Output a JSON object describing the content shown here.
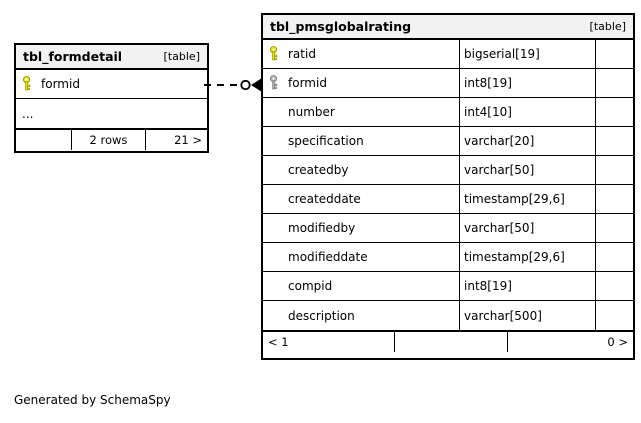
{
  "diagram": {
    "caption": "Generated by SchemaSpy",
    "tables": [
      {
        "id": "formdetail",
        "name": "tbl_formdetail",
        "tag": "[table]",
        "columns": [
          {
            "name": "formid",
            "type": "",
            "key": "primary"
          },
          {
            "name": "...",
            "type": "",
            "key": "none"
          }
        ],
        "footer": {
          "left": "",
          "center": "2 rows",
          "right": "21 >"
        }
      },
      {
        "id": "pmsglobalrating",
        "name": "tbl_pmsglobalrating",
        "tag": "[table]",
        "columns": [
          {
            "name": "ratid",
            "type": "bigserial[19]",
            "key": "primary"
          },
          {
            "name": "formid",
            "type": "int8[19]",
            "key": "foreign"
          },
          {
            "name": "number",
            "type": "int4[10]",
            "key": "none"
          },
          {
            "name": "specification",
            "type": "varchar[20]",
            "key": "none"
          },
          {
            "name": "createdby",
            "type": "varchar[50]",
            "key": "none"
          },
          {
            "name": "createddate",
            "type": "timestamp[29,6]",
            "key": "none"
          },
          {
            "name": "modifiedby",
            "type": "varchar[50]",
            "key": "none"
          },
          {
            "name": "modifieddate",
            "type": "timestamp[29,6]",
            "key": "none"
          },
          {
            "name": "compid",
            "type": "int8[19]",
            "key": "none"
          },
          {
            "name": "description",
            "type": "varchar[500]",
            "key": "none"
          }
        ],
        "footer": {
          "left": "< 1",
          "center": "",
          "right": "0 >"
        }
      }
    ],
    "relationship": {
      "from": "tbl_formdetail.formid",
      "to": "tbl_pmsglobalrating.formid",
      "style": "dashed",
      "source_marker": "circle",
      "target_marker": "arrowhead"
    },
    "colors": {
      "primary_key": "#ecec00",
      "foreign_key": "#b3b3b3",
      "header_background": "#f2f2f2",
      "border": "#000000",
      "background": "#ffffff"
    }
  }
}
